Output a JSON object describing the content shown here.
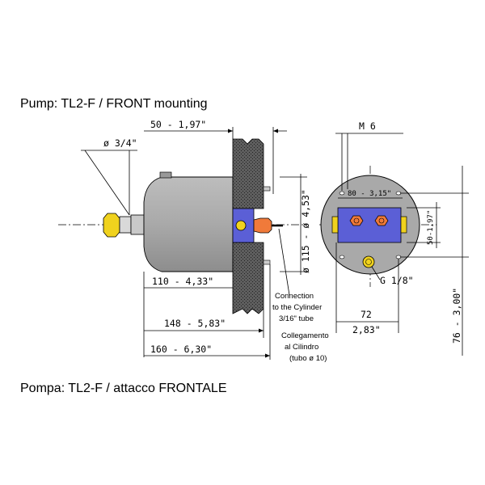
{
  "titles": {
    "en": "Pump: TL2-F / FRONT mounting",
    "it": "Pompa: TL2-F / attacco FRONTALE"
  },
  "side_view": {
    "dim_top": "50 - 1,97\"",
    "dim_shaft": "ø 3/4\"",
    "dim_vertical": "ø 115 - ø 4,53\"",
    "dim_110": "110 - 4,33\"",
    "dim_148": "148 - 5,83\"",
    "dim_160": "160 - 6,30\"",
    "connection_en": [
      "Connection",
      "to the Cylinder",
      "3/16\" tube"
    ],
    "connection_it": [
      "Collegamento",
      "al Cilindro",
      "(tubo ø 10)"
    ]
  },
  "front_view": {
    "dim_m6": "M 6",
    "dim_80": "80 - 3,15\"",
    "dim_50": "50-1,97\"",
    "dim_g": "G 1/8\"",
    "dim_72": "72",
    "dim_283": "2,83\"",
    "dim_76": "76 - 3,00\""
  },
  "colors": {
    "body": "#a4a4a4",
    "flange": "#5e5e5e",
    "plate": "#5b5fd6",
    "knob": "#f0d21e",
    "fitting": "#f07a3a"
  }
}
